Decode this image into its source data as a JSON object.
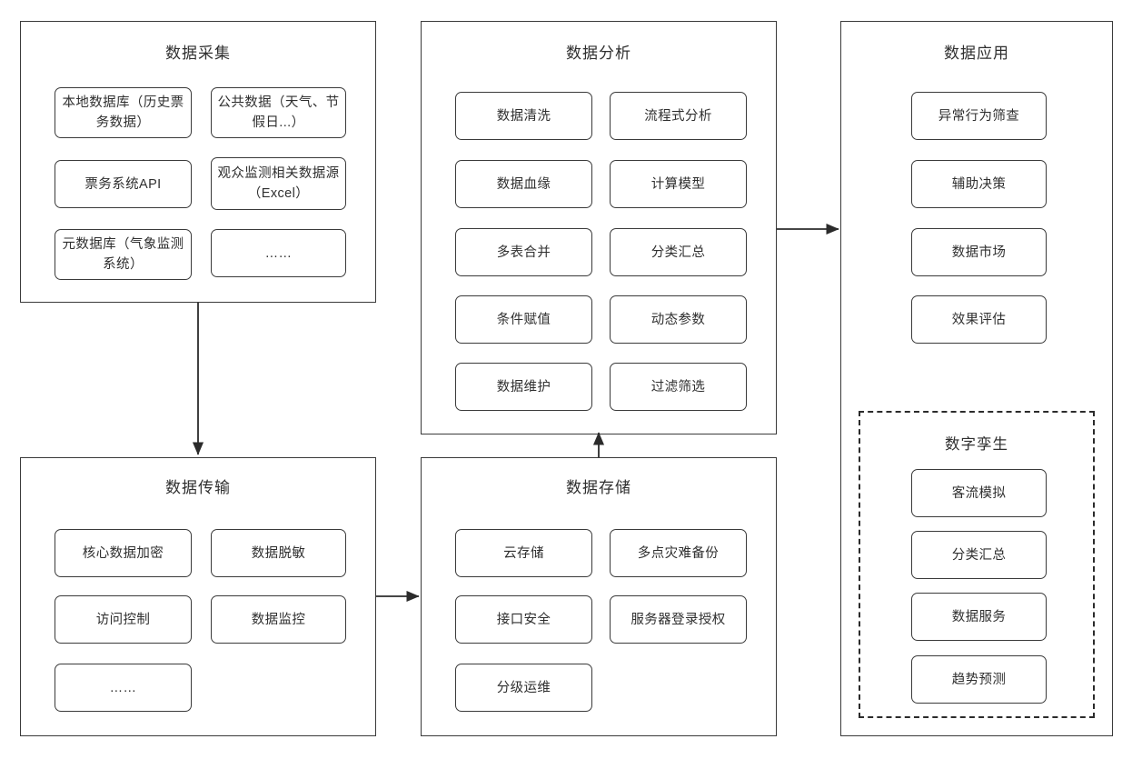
{
  "diagram": {
    "title_collect": "数据采集",
    "title_analysis": "数据分析",
    "title_application": "数据应用",
    "title_transmission": "数据传输",
    "title_storage": "数据存储",
    "title_digital_twin": "数字孪生"
  },
  "colors": {
    "stroke": "#3a3a3a",
    "text": "#2f2f2f",
    "background": "#ffffff",
    "dashed": "#2b2b2b"
  },
  "panels": {
    "collect": {
      "title": "数据采集",
      "cards": [
        "本地数据库（历史票务数据）",
        "公共数据（天气、节假日...）",
        "票务系统API",
        "观众监测相关数据源（Excel）",
        "元数据库（气象监测系统）",
        "……"
      ]
    },
    "analysis": {
      "title": "数据分析",
      "cards": [
        "数据清洗",
        "流程式分析",
        "数据血缘",
        "计算模型",
        "多表合并",
        "分类汇总",
        "条件赋值",
        "动态参数",
        "数据维护",
        "过滤筛选"
      ]
    },
    "application": {
      "title": "数据应用",
      "cards": [
        "异常行为筛查",
        "辅助决策",
        "数据市场",
        "效果评估"
      ]
    },
    "transmission": {
      "title": "数据传输",
      "cards": [
        "核心数据加密",
        "数据脱敏",
        "访问控制",
        "数据监控",
        "……"
      ]
    },
    "storage": {
      "title": "数据存储",
      "cards": [
        "云存储",
        "多点灾难备份",
        "接口安全",
        "服务器登录授权",
        "分级运维"
      ]
    },
    "digital_twin": {
      "title": "数字孪生",
      "cards": [
        "客流模拟",
        "分类汇总",
        "数据服务",
        "趋势预测"
      ]
    }
  },
  "connectors": [
    {
      "name": "collect-to-transmission",
      "direction": "down"
    },
    {
      "name": "transmission-to-storage",
      "direction": "right"
    },
    {
      "name": "storage-to-analysis",
      "direction": "up"
    },
    {
      "name": "analysis-to-application",
      "direction": "right"
    }
  ]
}
